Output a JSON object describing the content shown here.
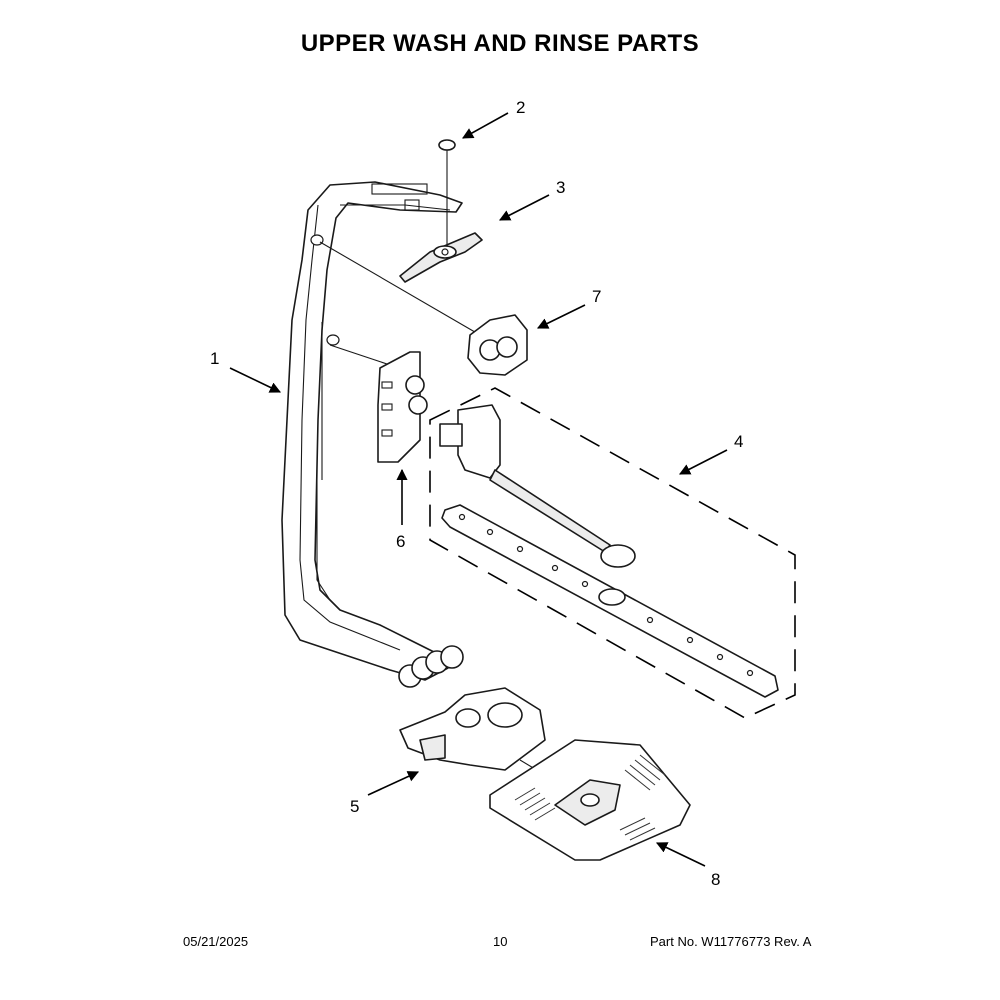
{
  "title": "UPPER WASH AND RINSE PARTS",
  "callouts": {
    "c1": "1",
    "c2": "2",
    "c3": "3",
    "c4": "4",
    "c5": "5",
    "c6": "6",
    "c7": "7",
    "c8": "8"
  },
  "footer": {
    "date": "05/21/2025",
    "page": "10",
    "part_no": "Part No.  W11776773  Rev.  A"
  }
}
